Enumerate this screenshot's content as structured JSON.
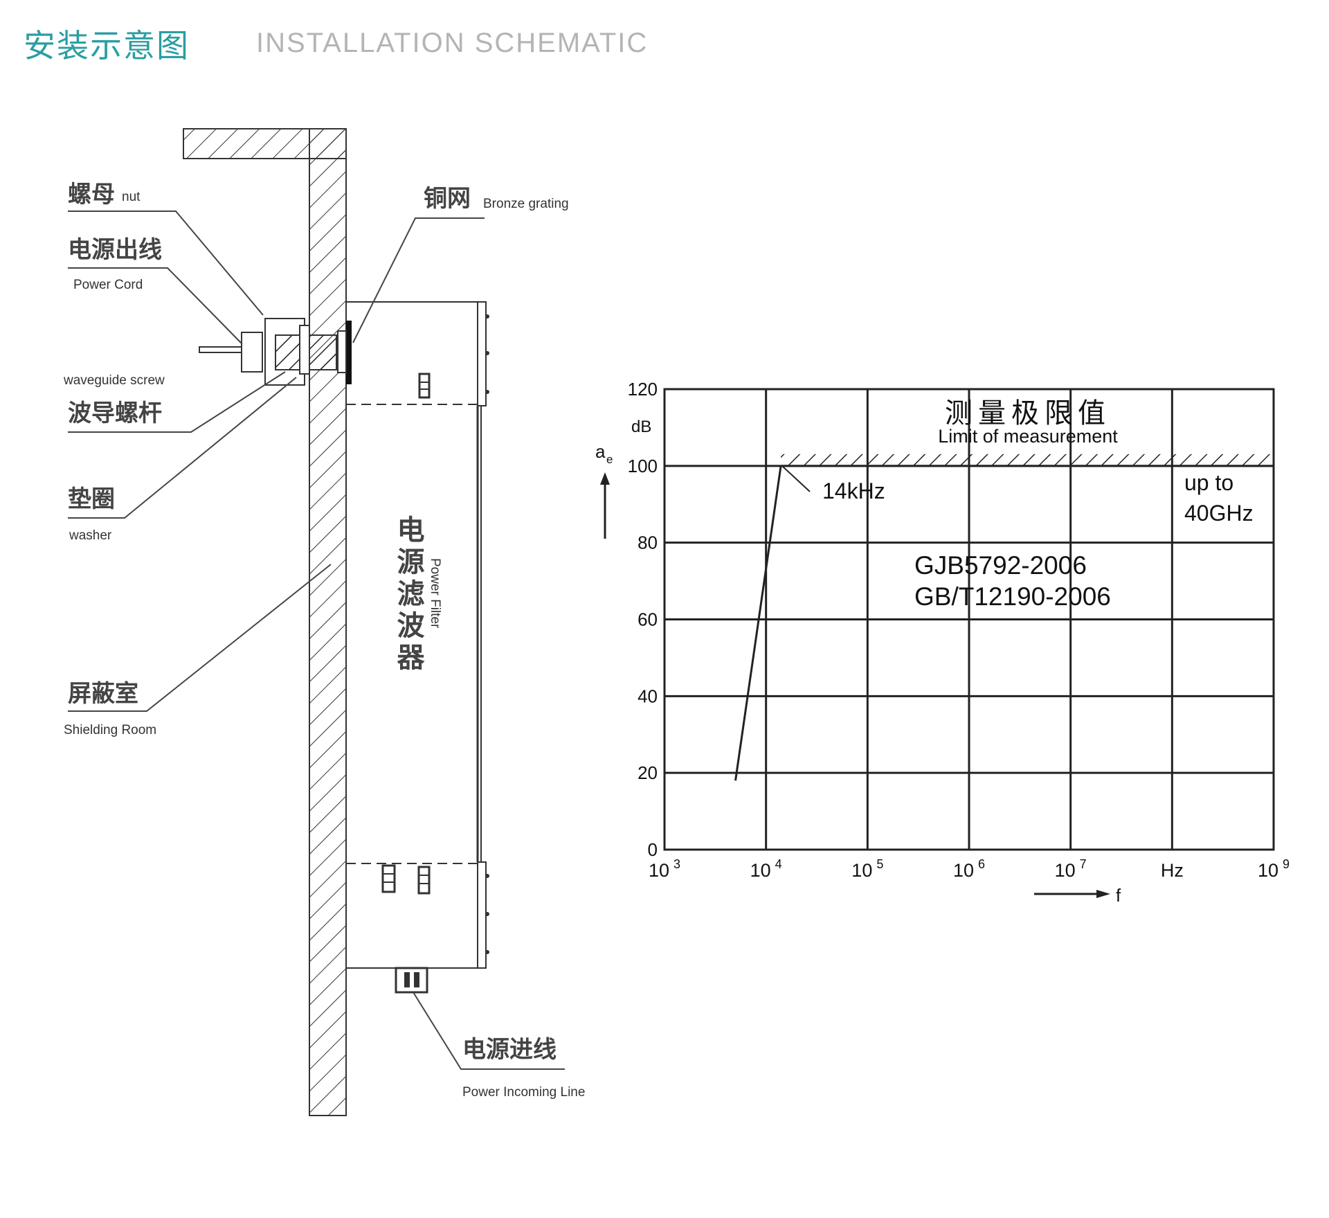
{
  "header": {
    "title_cn": "安装示意图",
    "title_en": "INSTALLATION SCHEMATIC"
  },
  "diagram": {
    "labels": {
      "nut_cn": "螺母",
      "nut_en": "nut",
      "power_cord_cn": "电源出线",
      "power_cord_en": "Power Cord",
      "waveguide_en": "waveguide screw",
      "waveguide_cn": "波导螺杆",
      "washer_cn": "垫圈",
      "washer_en": "washer",
      "shielding_cn": "屏蔽室",
      "shielding_en": "Shielding Room",
      "bronze_cn": "铜网",
      "bronze_en": "Bronze grating",
      "filter_cn": "电源滤波器",
      "filter_en": "Power Filter",
      "incoming_cn": "电源进线",
      "incoming_en": "Power Incoming Line"
    }
  },
  "chart_data": {
    "type": "line",
    "x_scale": "log",
    "xlim": [
      1000,
      1000000000
    ],
    "ylim": [
      0,
      120
    ],
    "y_ticks": [
      "0",
      "20",
      "40",
      "60",
      "80",
      "100",
      "120"
    ],
    "y_unit": "dB",
    "ylabel": "a",
    "ylabel_sub": "e",
    "x_tick_labels": [
      {
        "base": "10",
        "exp": "3"
      },
      {
        "base": "10",
        "exp": "4"
      },
      {
        "base": "10",
        "exp": "5"
      },
      {
        "base": "10",
        "exp": "6"
      },
      {
        "base": "10",
        "exp": "7"
      },
      {
        "base": "",
        "exp": "",
        "text": "Hz"
      },
      {
        "base": "10",
        "exp": "9"
      }
    ],
    "xlabel": "f",
    "grid": true,
    "series": [
      {
        "x": [
          5000,
          14000
        ],
        "y": [
          18,
          100
        ]
      }
    ],
    "limit_line": {
      "y": 100,
      "from_x": 14000
    },
    "annotations": {
      "limit_cn": "测量极限值",
      "limit_en": "Limit of measurement",
      "corner": "14kHz",
      "upper_1": "up to",
      "upper_2": "40GHz",
      "standard_1": "GJB5792-2006",
      "standard_2": "GB/T12190-2006"
    }
  }
}
